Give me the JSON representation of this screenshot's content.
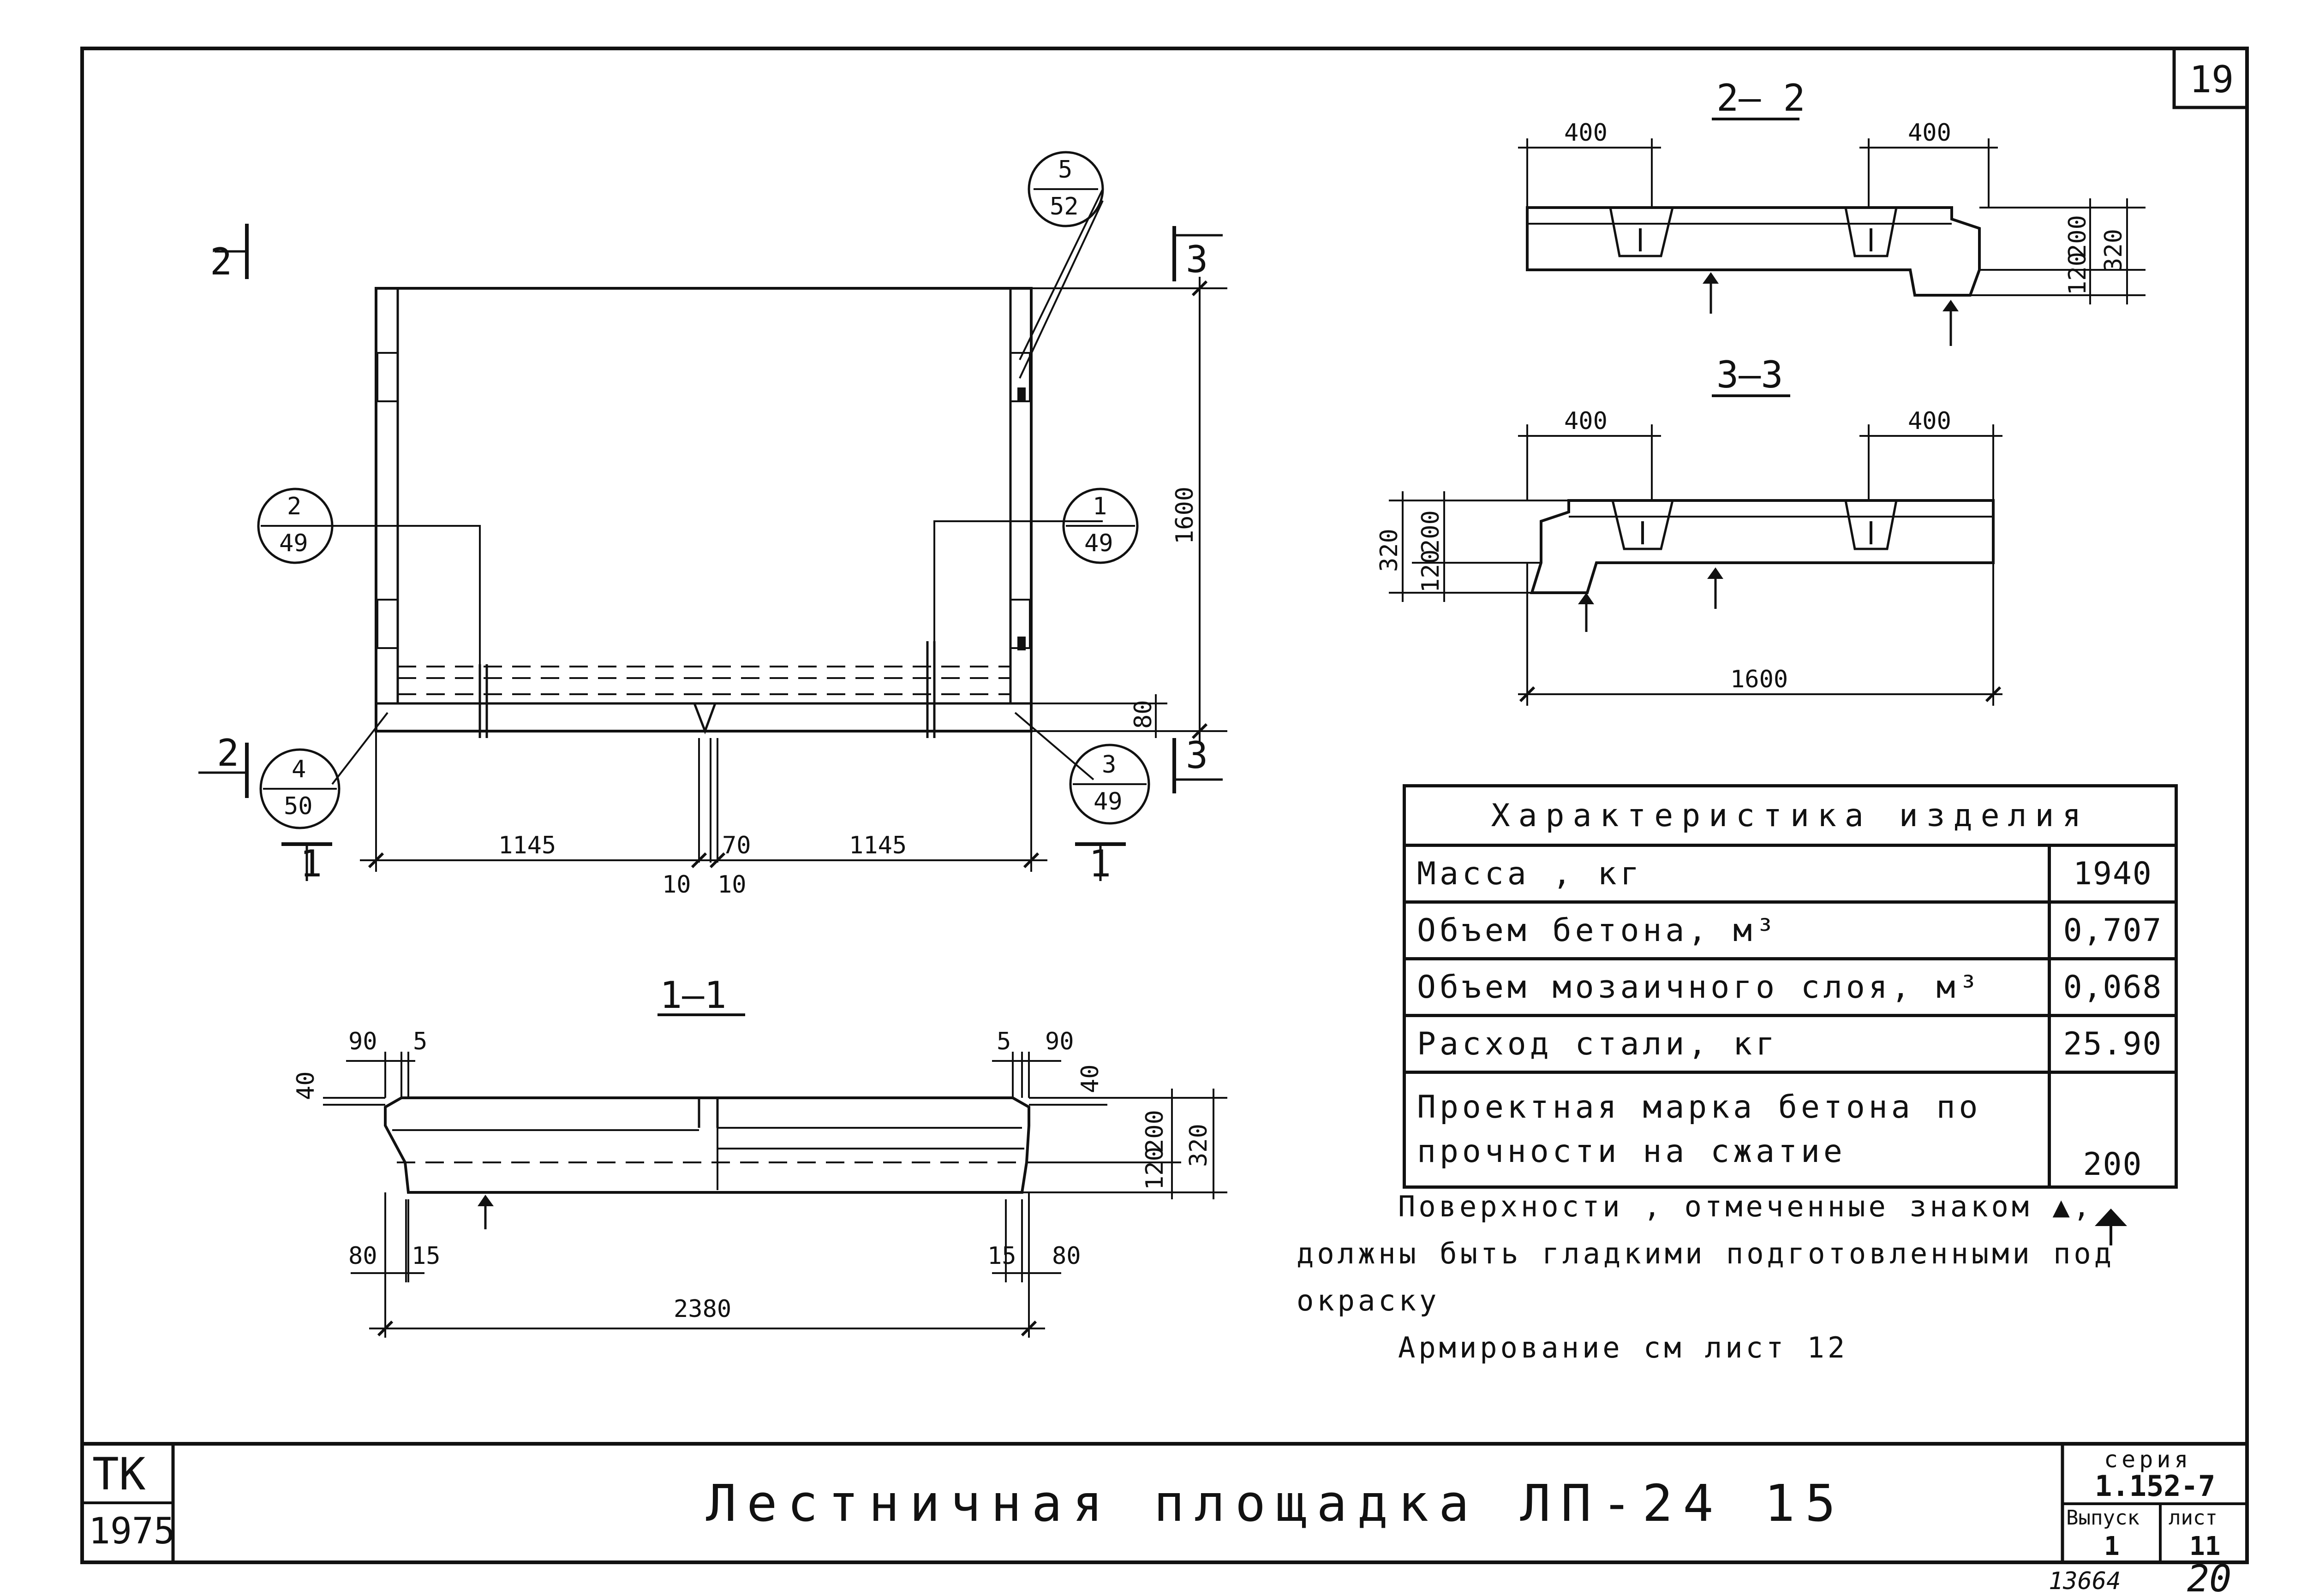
{
  "sheet": {
    "number": "19",
    "footer_left_1": "13664",
    "footer_right": "20"
  },
  "plan": {
    "callouts": [
      {
        "top": "5",
        "bottom": "52"
      },
      {
        "top": "2",
        "bottom": "49"
      },
      {
        "top": "1",
        "bottom": "49"
      },
      {
        "top": "4",
        "bottom": "50"
      },
      {
        "top": "3",
        "bottom": "49"
      }
    ],
    "section_marks": {
      "two_top": "2",
      "two_bottom": "2",
      "three_top": "3",
      "three_bottom": "3",
      "one_left": "1",
      "one_right": "1"
    },
    "dims": {
      "height": "1600",
      "left": "1145",
      "gap": "70",
      "right": "1145",
      "ten_a": "10",
      "ten_b": "10",
      "eighty": "80"
    }
  },
  "section_1_1": {
    "title": "1—1",
    "dims": {
      "tl90": "90",
      "tl5": "5",
      "tr5": "5",
      "tr90": "90",
      "l40": "40",
      "r40": "40",
      "h200": "200",
      "h120": "120",
      "h320": "320",
      "bl80": "80",
      "bl15": "15",
      "br15": "15",
      "br80": "80",
      "total": "2380"
    }
  },
  "section_2_2": {
    "title": "2— 2",
    "dims": {
      "a": "400",
      "b": "400",
      "h200": "200",
      "h120": "120",
      "h320": "320"
    }
  },
  "section_3_3": {
    "title": "3–3",
    "dims": {
      "a": "400",
      "b": "400",
      "h320": "320",
      "h200": "200",
      "h120": "120",
      "total": "1600"
    }
  },
  "spec_table": {
    "header": "Характеристика изделия",
    "rows": [
      {
        "label": "Масса , кг",
        "value": "1940"
      },
      {
        "label": "Объем бетона, м³",
        "value": "0,707"
      },
      {
        "label": "Объем мозаичного слоя, м³",
        "value": "0,068"
      },
      {
        "label": "Расход стали, кг",
        "value": "25.90"
      },
      {
        "label_1": "Проектная марка бетона по",
        "label_2": "прочности на сжатие",
        "value": "200"
      }
    ]
  },
  "notes": {
    "line1": "Поверхности , отмеченные знаком ▲,",
    "line2": "должны быть гладкими подготовленными под",
    "line3": "окраску",
    "line4": "Армирование см лист 12"
  },
  "title_block": {
    "org": "ТК",
    "year": "1975",
    "title": "Лестничная площадка ЛП-24 15",
    "series_label": "серия",
    "series_value": "1.152-7",
    "issue_label": "Выпуск",
    "issue_value": "1",
    "sheet_label": "лист",
    "sheet_value": "11"
  }
}
